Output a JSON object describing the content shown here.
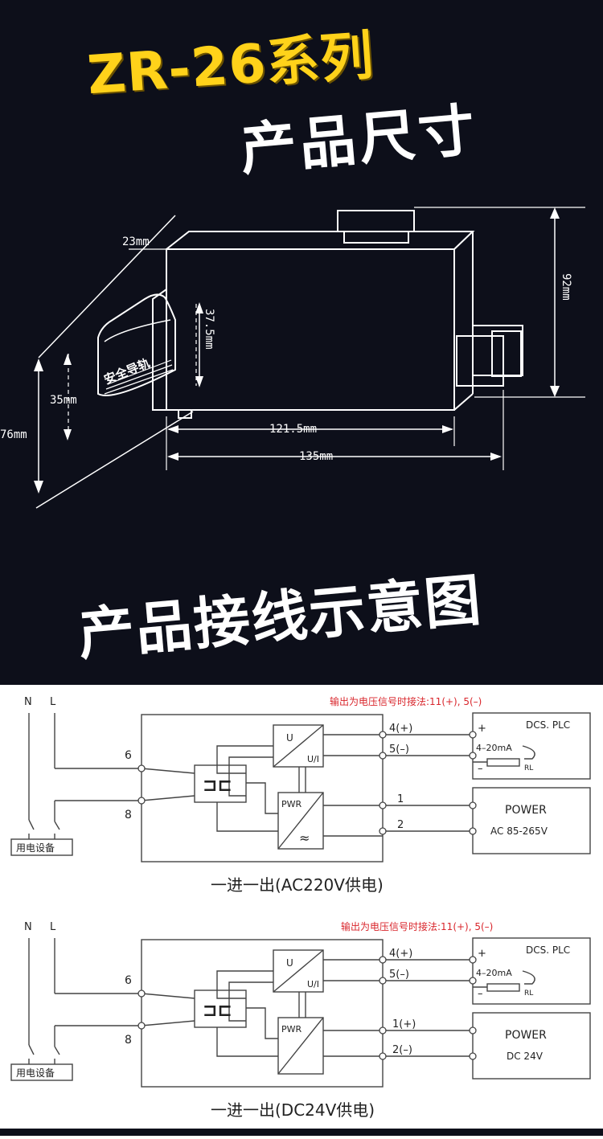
{
  "headings": {
    "series": "ZR-26系列",
    "dimensions": "产品尺寸",
    "wiring": "产品接线示意图"
  },
  "dimension_labels": {
    "d23": "23mm",
    "d37_5": "37.5mm",
    "d92": "92mm",
    "d35": "35mm",
    "d76": "76mm",
    "d121_5": "121.5mm",
    "d135": "135mm",
    "device_label": "安全导轨"
  },
  "diagram_ac": {
    "n": "N",
    "l": "L",
    "note": "输出为电压信号时接法:11(+), 5(–)",
    "t4": "4(+)",
    "t5": "5(–)",
    "t6": "6",
    "t8": "8",
    "t1": "1",
    "t2": "2",
    "u": "U",
    "ui": "U/I",
    "pwr": "PWR",
    "dcs": "DCS. PLC",
    "plus": "+",
    "minus": "–",
    "ma": "4–20mA",
    "rl": "RL",
    "power": "POWER",
    "power_spec": "AC 85-265V",
    "device": "用电设备",
    "caption": "一进一出(AC220V供电)"
  },
  "diagram_dc": {
    "n": "N",
    "l": "L",
    "note": "输出为电压信号时接法:11(+), 5(–)",
    "t4": "4(+)",
    "t5": "5(–)",
    "t6": "6",
    "t8": "8",
    "t1": "1(+)",
    "t2": "2(–)",
    "u": "U",
    "ui": "U/I",
    "pwr": "PWR",
    "dcs": "DCS. PLC",
    "plus": "+",
    "minus": "–",
    "ma": "4–20mA",
    "rl": "RL",
    "power": "POWER",
    "power_spec": "DC 24V",
    "device": "用电设备",
    "caption": "一进一出(DC24V供电)"
  },
  "colors": {
    "dark_bg": "#0d0f1a",
    "yellow": "#ffd21a",
    "note_red": "#d9262c"
  }
}
